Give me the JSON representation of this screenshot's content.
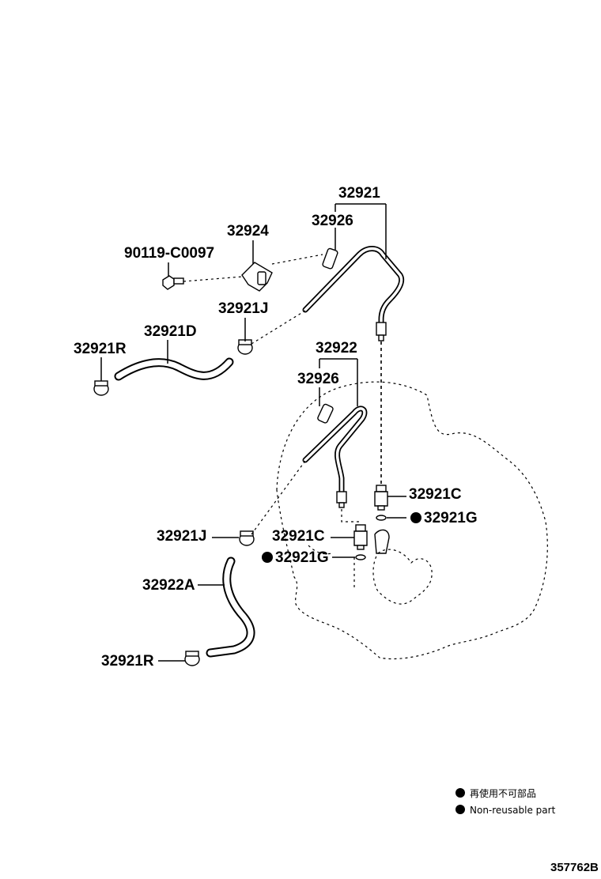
{
  "labels": {
    "p32921": "32921",
    "p32926_top": "32926",
    "p32924": "32924",
    "p90119": "90119-C0097",
    "p32921J_top": "32921J",
    "p32921D": "32921D",
    "p32921R_top": "32921R",
    "p32922": "32922",
    "p32926_mid": "32926",
    "p32921C_right": "32921C",
    "p32921G_right": "32921G",
    "p32921J_bottom": "32921J",
    "p32921C_left": "32921C",
    "p32921G_left": "32921G",
    "p32922A": "32922A",
    "p32921R_bottom": "32921R"
  },
  "legend": {
    "line1": "再使用不可部品",
    "line2": "Non-reusable part"
  },
  "diagram_code": "357762B"
}
